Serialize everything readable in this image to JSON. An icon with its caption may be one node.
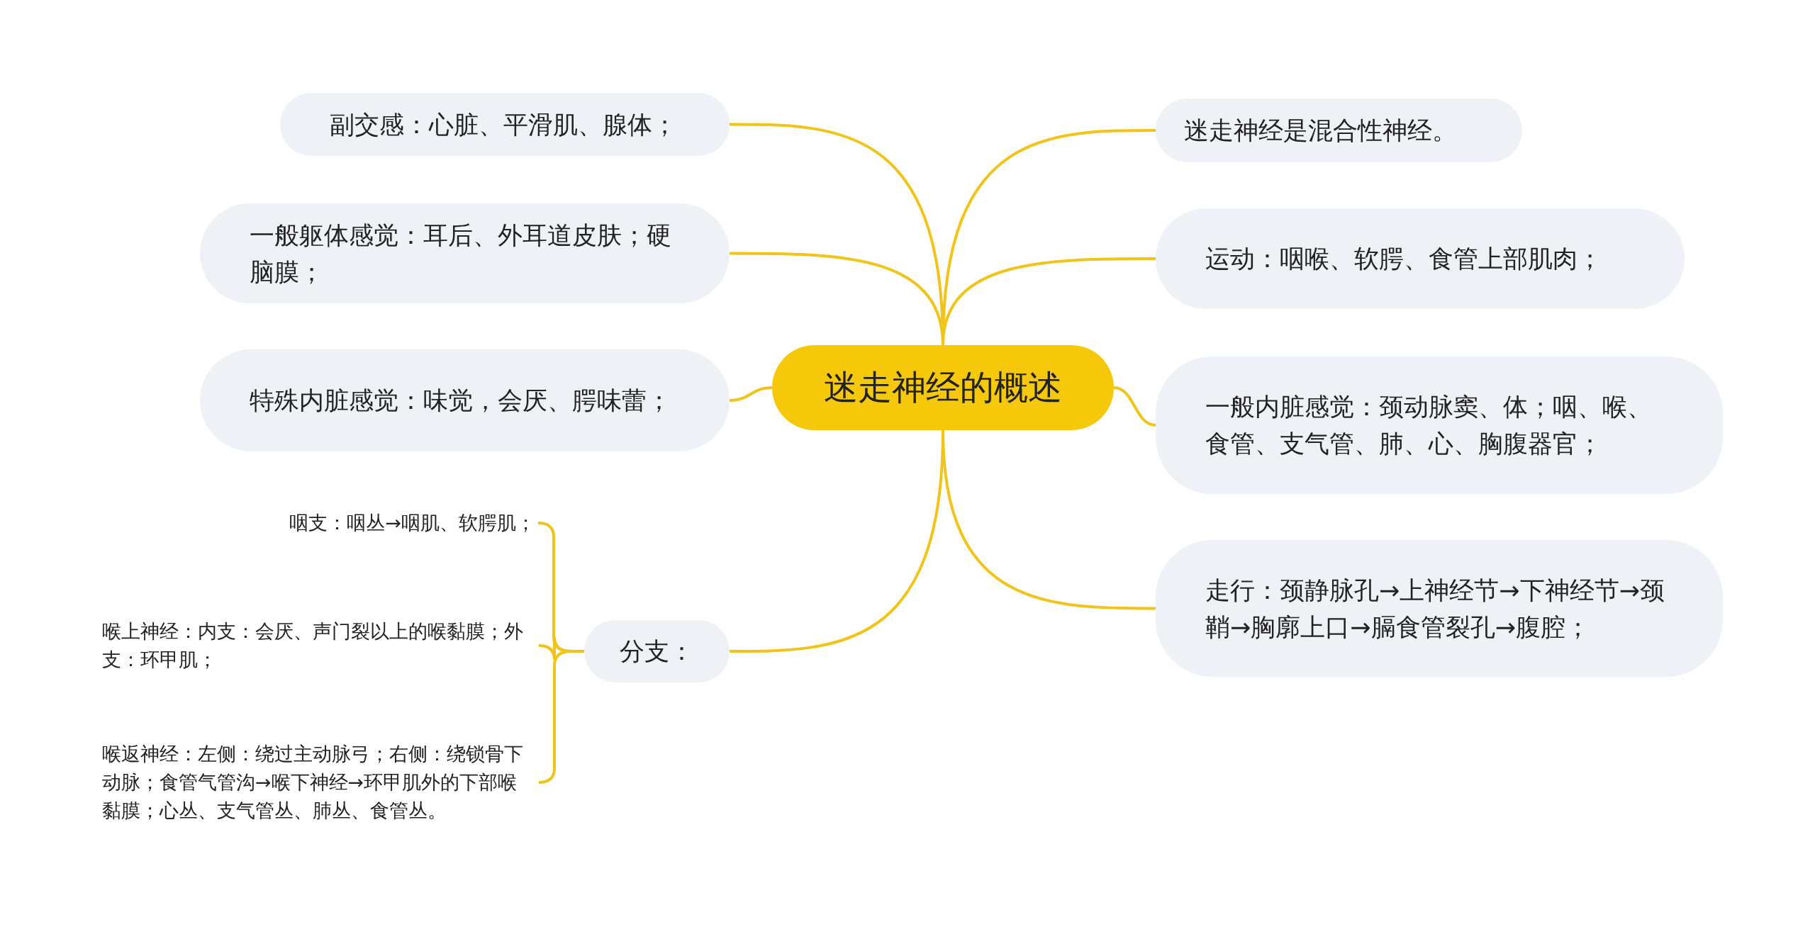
{
  "diagram": {
    "nodes": [
      {
        "text": [
          "迷走神经的概述"
        ]
      },
      {
        "text": [
          "副交感：心脏、平滑肌、腺体；"
        ]
      },
      {
        "text": [
          "一般躯体感觉：耳后、外耳道皮肤；硬脑膜；"
        ]
      },
      {
        "text": [
          "特殊内脏感觉：味觉，会厌、腭味蕾；"
        ]
      },
      {
        "text": [
          "分支："
        ]
      },
      {
        "text": [
          "咽支：咽丛→咽肌、软腭肌；"
        ]
      },
      {
        "text": [
          "喉上神经：内支：会厌、声门裂以上的喉黏膜；外支：环甲肌；"
        ]
      },
      {
        "text": [
          "喉返神经：左侧：绕过主动脉弓；右侧：绕锁骨下动脉；食管气管沟→喉下神经→环甲肌外的下部喉黏膜；心丛、支气管丛、肺丛、食管丛。"
        ]
      },
      {
        "text": [
          "迷走神经是混合性神经。"
        ]
      },
      {
        "text": [
          "运动：咽喉、软腭、食管上部肌肉；"
        ]
      },
      {
        "text": [
          "一般内脏感觉：颈动脉窦、体；咽、喉、食管、支气管、肺、心、胸腹器官；"
        ]
      },
      {
        "text": [
          "走行：颈静脉孔→上神经节→下神经节→颈鞘→胸廓上口→膈食管裂孔→腹腔；"
        ]
      }
    ],
    "edges": [
      {
        "from": 0,
        "to": 1,
        "arrow": "none"
      },
      {
        "from": 0,
        "to": 2,
        "arrow": "none"
      },
      {
        "from": 0,
        "to": 3,
        "arrow": "none"
      },
      {
        "from": 0,
        "to": 4,
        "arrow": "none"
      },
      {
        "from": 4,
        "to": 5,
        "arrow": "none"
      },
      {
        "from": 4,
        "to": 6,
        "arrow": "none"
      },
      {
        "from": 4,
        "to": 7,
        "arrow": "none"
      },
      {
        "from": 0,
        "to": 8,
        "arrow": "none"
      },
      {
        "from": 0,
        "to": 9,
        "arrow": "none"
      },
      {
        "from": 0,
        "to": 10,
        "arrow": "none"
      },
      {
        "from": 0,
        "to": 11,
        "arrow": "none"
      }
    ]
  }
}
